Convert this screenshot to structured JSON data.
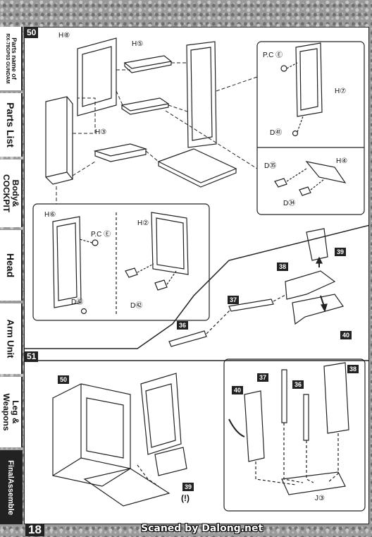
{
  "sidebar": {
    "tabs": [
      {
        "label": "Parts name of RX-78GP03 GUNDAM",
        "line1": "Parts name of",
        "line2": "RX-78GP03 GUNDAM"
      },
      {
        "label": "Parts List"
      },
      {
        "label": "Body & COCKPIT",
        "line1": "Body&",
        "line2": "COCKPIT"
      },
      {
        "label": "Head"
      },
      {
        "label": "Arm Unit"
      },
      {
        "label": "Leg & Weapons",
        "line1": "Leg &",
        "line2": "Weapons"
      },
      {
        "label": "FinalAssemble"
      }
    ]
  },
  "step50": {
    "number": "50",
    "labels": {
      "h8": "H⑧",
      "h5": "H⑤",
      "h3": "H③",
      "h7": "H⑦",
      "h4": "H④",
      "pce1": "P.C Ⓔ",
      "d41a": "D㊶",
      "d35": "D㉟",
      "d34": "D㉞",
      "h6": "H⑥",
      "pce2": "P.C Ⓔ",
      "d41b": "D㊶",
      "h2": "H②",
      "d42": "D㊷"
    },
    "tags": {
      "t39": "39",
      "t38": "38",
      "t37": "37",
      "t36": "36",
      "t40": "40"
    }
  },
  "step51": {
    "number": "51",
    "labels": {
      "j3": "J③",
      "caution": "(!)"
    },
    "tags": {
      "t50": "50",
      "t39": "39",
      "t37": "37",
      "t36": "36",
      "t38": "38",
      "t40": "40"
    }
  },
  "footer": {
    "page": "18",
    "credit": "Scaned by Dalong.net"
  },
  "colors": {
    "ink": "#222222",
    "paper": "#ffffff",
    "texture": "#9a9a9a"
  }
}
